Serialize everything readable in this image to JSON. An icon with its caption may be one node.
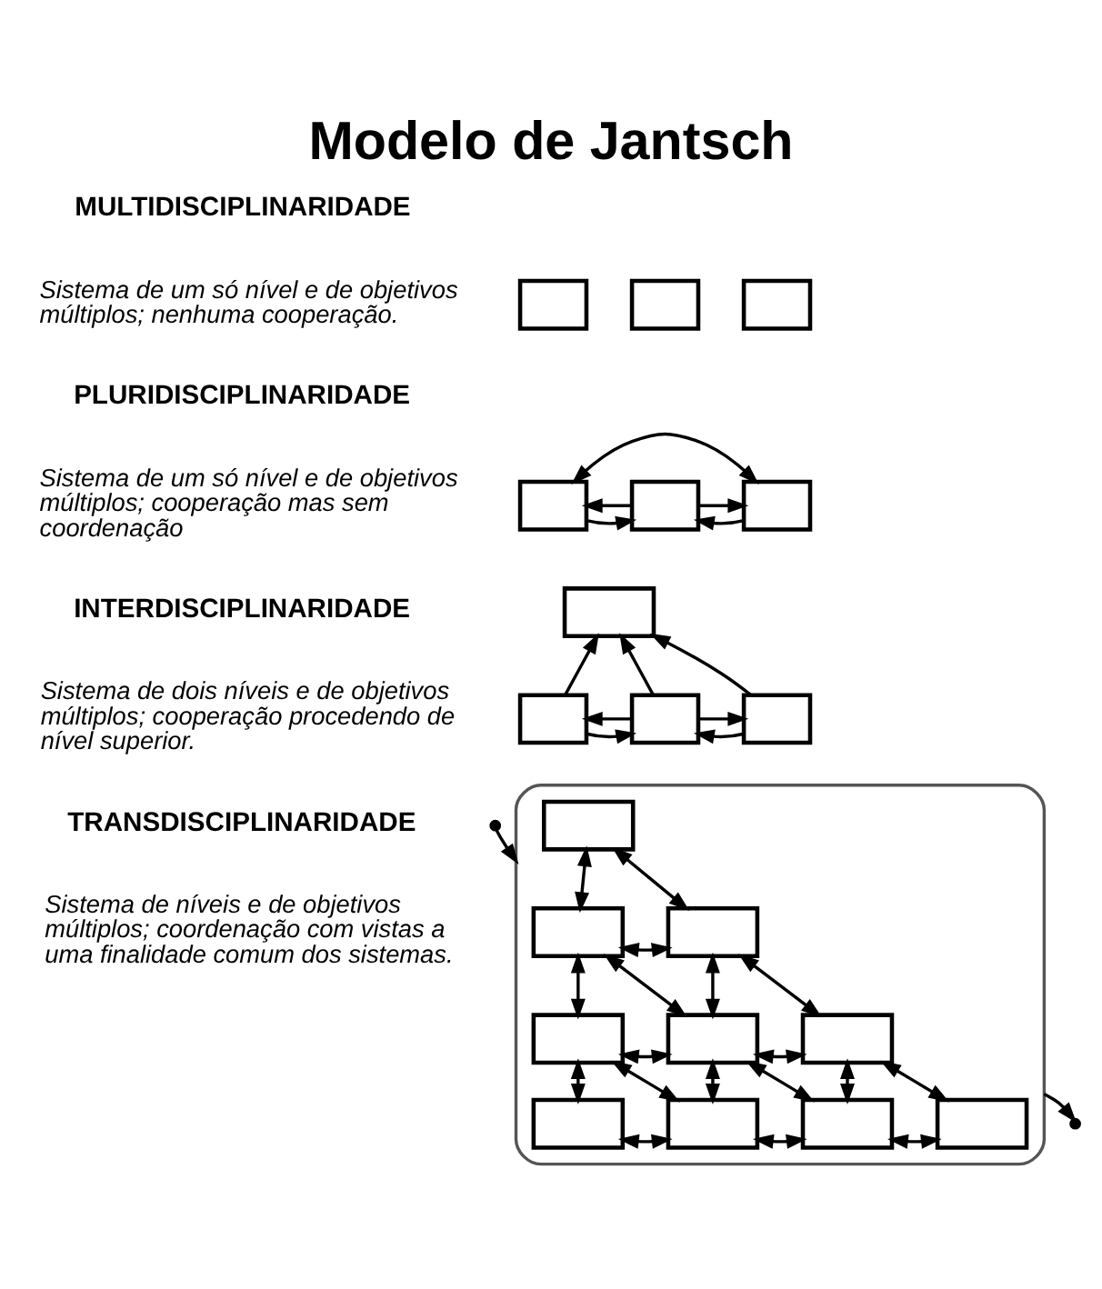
{
  "diagram": {
    "title": "Modelo de Jantsch",
    "nodes": [
      {
        "text": [],
        "shape": "box"
      },
      {
        "text": [],
        "shape": "box"
      },
      {
        "text": [],
        "shape": "box"
      },
      {
        "text": [],
        "shape": "box"
      },
      {
        "text": [],
        "shape": "box"
      },
      {
        "text": [],
        "shape": "box"
      },
      {
        "text": [],
        "shape": "box"
      },
      {
        "text": [],
        "shape": "box"
      },
      {
        "text": [],
        "shape": "box"
      },
      {
        "text": [],
        "shape": "box"
      },
      {
        "text": [],
        "shape": "triangle"
      },
      {
        "text": [],
        "shape": "box",
        "in": 10
      },
      {
        "text": [],
        "shape": "box",
        "in": 10
      },
      {
        "text": [],
        "shape": "box",
        "in": 10
      },
      {
        "text": [],
        "shape": "box",
        "in": 10
      },
      {
        "text": [],
        "shape": "box",
        "in": 10
      },
      {
        "text": [],
        "shape": "box",
        "in": 10
      },
      {
        "text": [],
        "shape": "box",
        "in": 10
      },
      {
        "text": [],
        "shape": "box",
        "in": 10
      },
      {
        "text": [],
        "shape": "box",
        "in": 10
      },
      {
        "text": [],
        "shape": "box",
        "in": 10
      }
    ],
    "edges": [
      {
        "from": 3,
        "to": 4,
        "arrow": "to"
      },
      {
        "from": 4,
        "to": 3,
        "arrow": "to"
      },
      {
        "from": 5,
        "to": 4,
        "arrow": "to"
      },
      {
        "from": 4,
        "to": 5,
        "arrow": "to"
      },
      {
        "from": 3,
        "to": 5,
        "arrow": "both"
      },
      {
        "from": 7,
        "to": 6,
        "arrow": "to"
      },
      {
        "from": 8,
        "to": 6,
        "arrow": "to"
      },
      {
        "from": 9,
        "to": 6,
        "arrow": "to"
      },
      {
        "from": 7,
        "to": 8,
        "arrow": "to"
      },
      {
        "from": 8,
        "to": 7,
        "arrow": "to"
      },
      {
        "from": 9,
        "to": 8,
        "arrow": "to"
      },
      {
        "from": 8,
        "to": 9,
        "arrow": "to"
      },
      {
        "from": 11,
        "to": 12,
        "arrow": "both"
      },
      {
        "from": 11,
        "to": 13,
        "arrow": "both"
      },
      {
        "from": 12,
        "to": 13,
        "arrow": "both"
      },
      {
        "from": 12,
        "to": 14,
        "arrow": "both"
      },
      {
        "from": 12,
        "to": 15,
        "arrow": "both"
      },
      {
        "from": 13,
        "to": 15,
        "arrow": "both"
      },
      {
        "from": 13,
        "to": 16,
        "arrow": "both"
      },
      {
        "from": 14,
        "to": 15,
        "arrow": "both"
      },
      {
        "from": 15,
        "to": 16,
        "arrow": "both"
      },
      {
        "from": 14,
        "to": 17,
        "arrow": "both"
      },
      {
        "from": 14,
        "to": 18,
        "arrow": "both"
      },
      {
        "from": 15,
        "to": 18,
        "arrow": "both"
      },
      {
        "from": 15,
        "to": 19,
        "arrow": "both"
      },
      {
        "from": 16,
        "to": 19,
        "arrow": "both"
      },
      {
        "from": 16,
        "to": 20,
        "arrow": "both"
      },
      {
        "from": 17,
        "to": 18,
        "arrow": "both"
      },
      {
        "from": 18,
        "to": 19,
        "arrow": "both"
      },
      {
        "from": 19,
        "to": 20,
        "arrow": "both"
      },
      {
        "from": 10,
        "to": null,
        "arrow": "to"
      },
      {
        "from": null,
        "to": 10,
        "arrow": "to"
      }
    ],
    "labels": [
      "MULTIDISCIPLINARIDADE",
      "Sistema de um só nível e de objetivos múltiplos; nenhuma cooperação.",
      "PLURIDISCIPLINARIDADE",
      "Sistema de um só nível e de objetivos múltiplos; cooperação mas sem coordenação",
      "INTERDISCIPLINARIDADE",
      "Sistema de dois níveis e de objetivos múltiplos; cooperação procedendo de nível superior.",
      "TRANSDISCIPLINARIDADE",
      "Sistema de níveis e de objetivos múltiplos; coordenação com vistas a uma finalidade comum dos sistemas."
    ]
  }
}
